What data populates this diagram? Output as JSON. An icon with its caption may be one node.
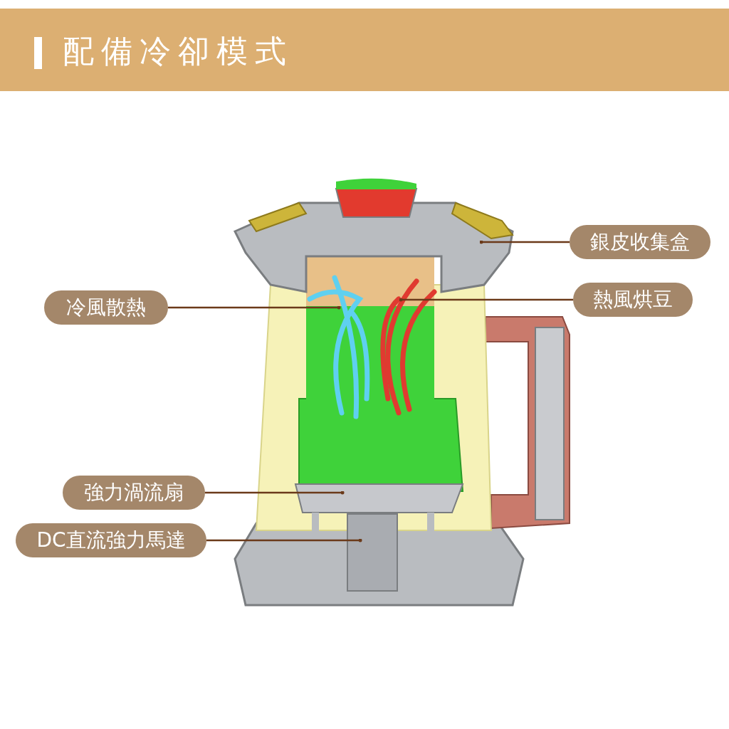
{
  "diagram": {
    "title": "配備冷卻模式",
    "nodes": [
      {
        "text": [
          "銀皮收集盒"
        ]
      },
      {
        "text": [
          "熱風烘豆"
        ]
      },
      {
        "text": [
          "冷風散熱"
        ]
      },
      {
        "text": [
          "強力渦流扇"
        ]
      },
      {
        "text": [
          "DC直流強力馬達"
        ]
      }
    ],
    "edges": [
      {
        "from": 0,
        "to": null,
        "arrow": "other"
      },
      {
        "from": 1,
        "to": null,
        "arrow": "other"
      },
      {
        "from": 2,
        "to": null,
        "arrow": "other"
      },
      {
        "from": 3,
        "to": null,
        "arrow": "other"
      },
      {
        "from": 4,
        "to": null,
        "arrow": "other"
      }
    ]
  }
}
